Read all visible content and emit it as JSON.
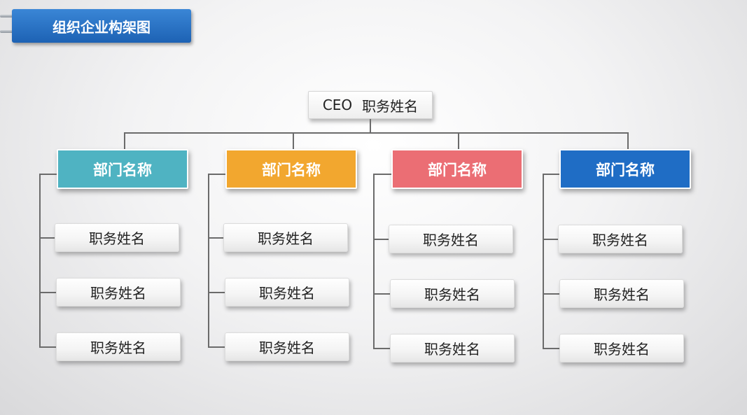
{
  "title": "组织企业构架图",
  "ceo": {
    "role": "CEO",
    "name": "职务姓名"
  },
  "departments": [
    {
      "name": "部门名称",
      "color": "#4fb3c2",
      "staff": [
        "职务姓名",
        "职务姓名",
        "职务姓名"
      ]
    },
    {
      "name": "部门名称",
      "color": "#f2a72f",
      "staff": [
        "职务姓名",
        "职务姓名",
        "职务姓名"
      ]
    },
    {
      "name": "部门名称",
      "color": "#eb6e74",
      "staff": [
        "职务姓名",
        "职务姓名",
        "职务姓名"
      ]
    },
    {
      "name": "部门名称",
      "color": "#1f6dc5",
      "staff": [
        "职务姓名",
        "职务姓名",
        "职务姓名"
      ]
    }
  ],
  "colors": {
    "title_bg": "#2a73c6",
    "connector": "#6b6b6b"
  }
}
